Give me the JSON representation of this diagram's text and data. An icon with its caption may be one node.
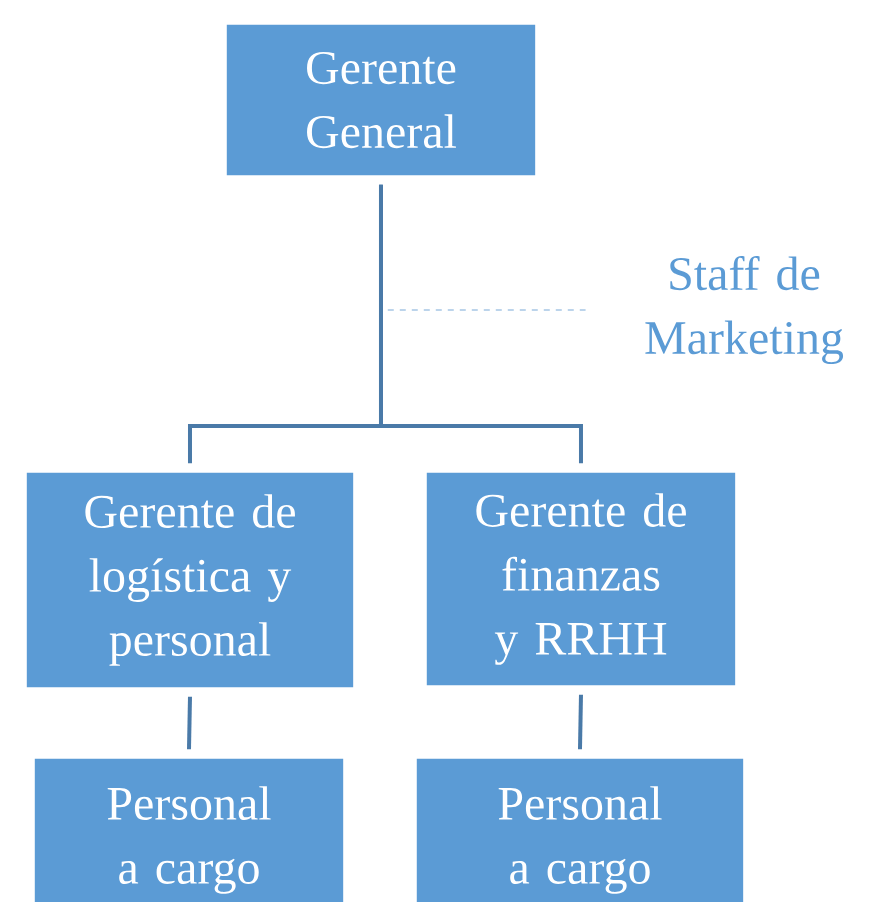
{
  "diagram": {
    "nodes": [
      {
        "text": [
          "Gerente General"
        ]
      },
      {
        "text": [
          "Staff de Marketing"
        ]
      },
      {
        "text": [
          "Gerente de logística y personal"
        ]
      },
      {
        "text": [
          "Gerente de finanzas y RRHH"
        ]
      },
      {
        "text": [
          "Personal a cargo"
        ]
      },
      {
        "text": [
          "Personal a cargo"
        ]
      }
    ],
    "edges": [
      {
        "from": 0,
        "to": 1,
        "arrow": "none",
        "style": "dashed",
        "color": "#7aaad8"
      },
      {
        "from": 0,
        "to": 2,
        "arrow": "none"
      },
      {
        "from": 0,
        "to": 3,
        "arrow": "none"
      },
      {
        "from": 2,
        "to": 4,
        "arrow": "none"
      },
      {
        "from": 3,
        "to": 5,
        "arrow": "none"
      }
    ]
  }
}
